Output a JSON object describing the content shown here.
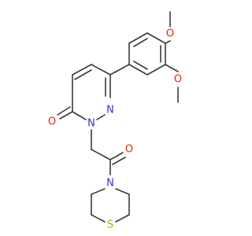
{
  "colors": {
    "bond": "#3a3a3a",
    "O": "#e8200c",
    "N": "#2c35d6",
    "S": "#b8a200"
  },
  "atoms": {
    "o_methoxy_top": "O",
    "o_methoxy_mid": "O",
    "o_carbonyl_ring": "O",
    "o_amide": "O",
    "n_ring_1": "N",
    "n_ring_2": "N",
    "n_morpholine": "N",
    "s_thio": "S"
  }
}
